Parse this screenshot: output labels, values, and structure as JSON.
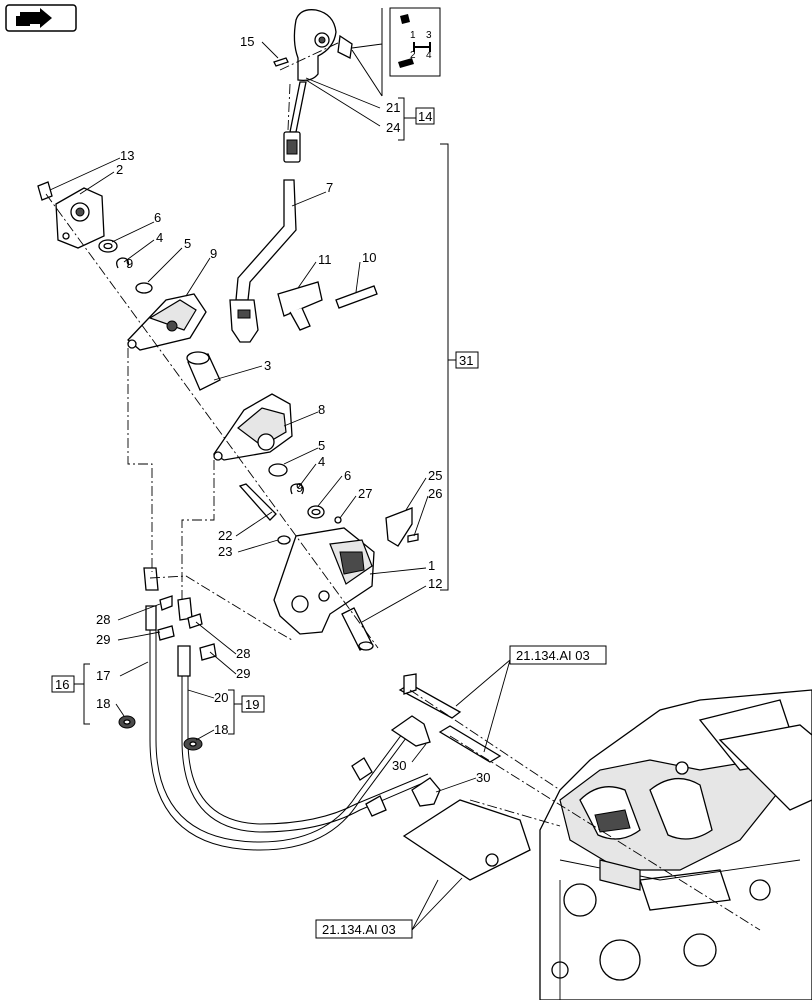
{
  "nav": {
    "back_icon": "back-arrow-icon",
    "forward_icon": "forward-arrow-icon"
  },
  "labels": {
    "p1": "1",
    "p2": "2",
    "p3": "3",
    "p4a": "4",
    "p4b": "4",
    "p5a": "5",
    "p5b": "5",
    "p6a": "6",
    "p6b": "6",
    "p7": "7",
    "p8": "8",
    "p9": "9",
    "p9b": "9",
    "p9c": "9",
    "p10": "10",
    "p11": "11",
    "p12": "12",
    "p13": "13",
    "p15": "15",
    "p17": "17",
    "p18a": "18",
    "p18b": "18",
    "p20": "20",
    "p21": "21",
    "p22": "22",
    "p23": "23",
    "p24": "24",
    "p25": "25",
    "p26": "26",
    "p27": "27",
    "p28a": "28",
    "p28b": "28",
    "p29a": "29",
    "p29b": "29",
    "p30a": "30",
    "p30b": "30"
  },
  "boxes": {
    "b14": "14",
    "b16": "16",
    "b19": "19",
    "b31": "31"
  },
  "refs": {
    "ref_top": "21.134.AI 03",
    "ref_bottom": "21.134.AI 03"
  },
  "gear_pattern": {
    "g1": "1",
    "g2": "2",
    "g3": "3",
    "g4": "4"
  }
}
